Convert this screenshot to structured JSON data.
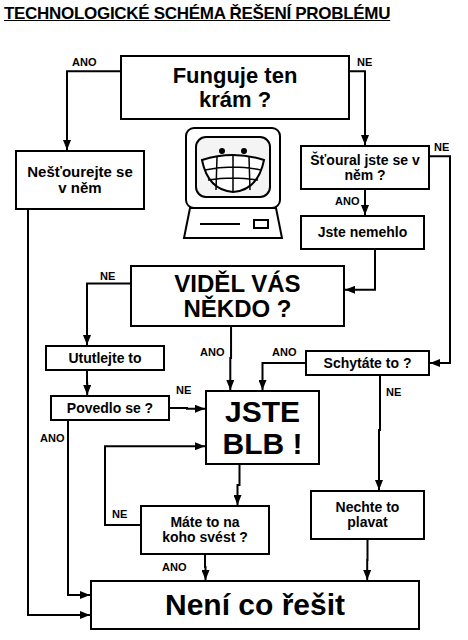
{
  "diagram": {
    "title": "TECHNOLOGICKÉ SCHÉMA ŘEŠENÍ PROBLÉMU",
    "nodes": [
      {
        "text": [
          "Funguje ten krám ?"
        ]
      },
      {
        "text": [
          "Nešťourejte se v něm"
        ]
      },
      {
        "text": [
          "Šťoural jste se v něm ?"
        ]
      },
      {
        "text": [
          "Jste nemehlo"
        ]
      },
      {
        "text": [
          "VIDĚL VÁS NĚKDO ?"
        ]
      },
      {
        "text": [
          "Ututlejte to"
        ]
      },
      {
        "text": [
          "Schytáte to ?"
        ]
      },
      {
        "text": [
          "Povedlo se ?"
        ]
      },
      {
        "text": [
          "JSTE BLB !"
        ]
      },
      {
        "text": [
          "Máte to na koho svést ?"
        ]
      },
      {
        "text": [
          "Nechte to plavat"
        ]
      },
      {
        "text": [
          "Není co řešit"
        ]
      }
    ],
    "edges": [
      {
        "from": 0,
        "to": 1,
        "label": "ANO",
        "arrow": "to"
      },
      {
        "from": 0,
        "to": 2,
        "label": "NE",
        "arrow": "to"
      },
      {
        "from": 1,
        "to": 11,
        "arrow": "to"
      },
      {
        "from": 2,
        "to": 3,
        "label": "ANO",
        "arrow": "to"
      },
      {
        "from": 2,
        "to": 6,
        "label": "NE",
        "arrow": "to"
      },
      {
        "from": 3,
        "to": 4,
        "arrow": "to"
      },
      {
        "from": 4,
        "to": 5,
        "label": "NE",
        "arrow": "to"
      },
      {
        "from": 4,
        "to": 8,
        "label": "ANO",
        "arrow": "to"
      },
      {
        "from": 5,
        "to": 7,
        "arrow": "to"
      },
      {
        "from": 6,
        "to": 8,
        "label": "ANO",
        "arrow": "to"
      },
      {
        "from": 6,
        "to": 10,
        "label": "NE",
        "arrow": "to"
      },
      {
        "from": 7,
        "to": 8,
        "label": "NE",
        "arrow": "to"
      },
      {
        "from": 7,
        "to": 11,
        "label": "ANO",
        "arrow": "to"
      },
      {
        "from": 8,
        "to": 9,
        "arrow": "to"
      },
      {
        "from": 9,
        "to": 8,
        "label": "NE",
        "arrow": "to"
      },
      {
        "from": 9,
        "to": 11,
        "label": "ANO",
        "arrow": "to"
      },
      {
        "from": 10,
        "to": 11,
        "arrow": "to"
      }
    ]
  }
}
